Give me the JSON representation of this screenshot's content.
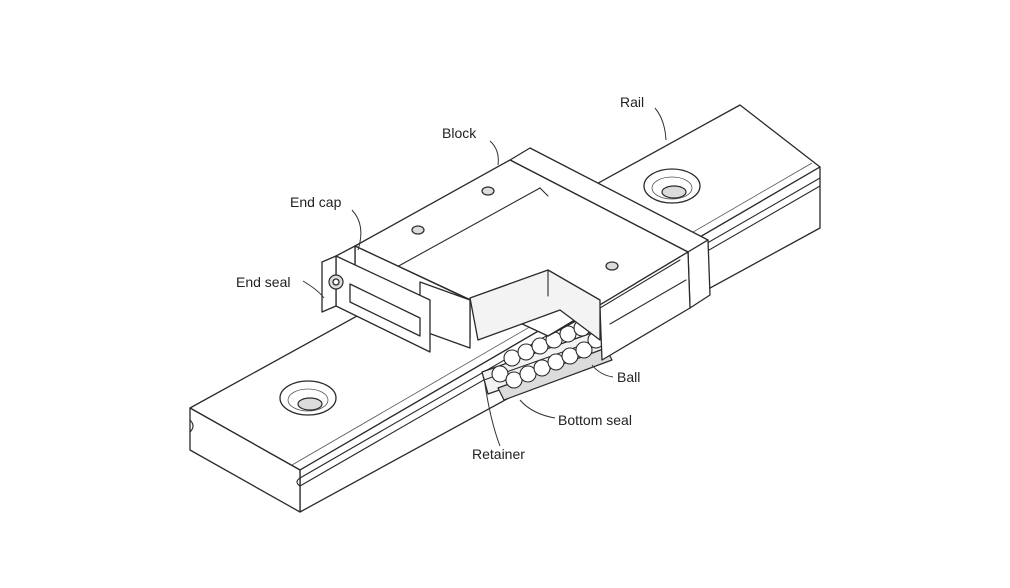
{
  "labels": {
    "rail": "Rail",
    "block": "Block",
    "end_cap": "End cap",
    "end_seal": "End seal",
    "ball": "Ball",
    "bottom_seal": "Bottom seal",
    "retainer": "Retainer"
  }
}
